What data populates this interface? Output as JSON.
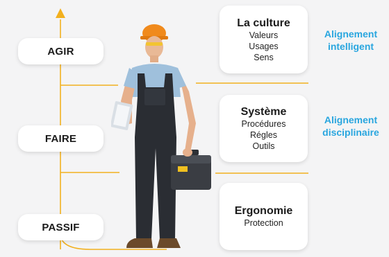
{
  "levels": [
    {
      "label": "AGIR"
    },
    {
      "label": "FAIRE"
    },
    {
      "label": "PASSIF"
    }
  ],
  "categories": [
    {
      "title": "La culture",
      "items": [
        "Valeurs",
        "Usages",
        "Sens"
      ]
    },
    {
      "title": "Système",
      "items": [
        "Procédures",
        "Régles",
        "Outils"
      ]
    },
    {
      "title": "Ergonomie",
      "items": [
        "Protection"
      ]
    }
  ],
  "alignments": [
    {
      "line1": "Alignement",
      "line2": "intelligent"
    },
    {
      "line1": "Alignement",
      "line2": "disciplinaire"
    }
  ],
  "colors": {
    "axis": "#f2b01e",
    "accent_text": "#29a6df",
    "box_bg": "#ffffff",
    "background": "#f4f4f5"
  },
  "icons": {
    "axis_arrow": "arrow-up-icon",
    "illustration": "construction-worker-illustration"
  }
}
